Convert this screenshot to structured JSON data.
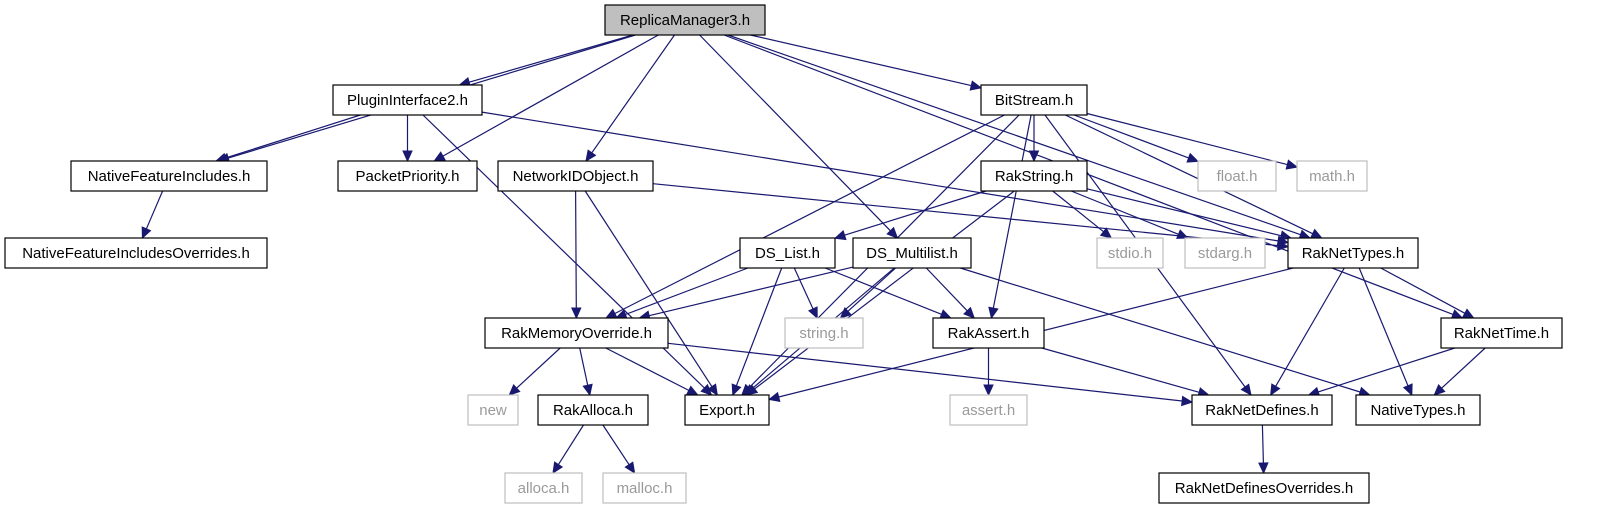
{
  "colors": {
    "edge": "#191970",
    "root_fill": "#bfbfbf",
    "internal_border": "#000000",
    "external_border": "#bfbfbf",
    "external_text": "#9a9a9a"
  },
  "graph": {
    "nodes": {
      "replicamanager3": {
        "label": "ReplicaManager3.h",
        "kind": "root"
      },
      "plugininterface2": {
        "label": "PluginInterface2.h",
        "kind": "internal"
      },
      "bitstream": {
        "label": "BitStream.h",
        "kind": "internal"
      },
      "nativefeatureincludes": {
        "label": "NativeFeatureIncludes.h",
        "kind": "internal"
      },
      "packetpriority": {
        "label": "PacketPriority.h",
        "kind": "internal"
      },
      "networkidobject": {
        "label": "NetworkIDObject.h",
        "kind": "internal"
      },
      "rakstring": {
        "label": "RakString.h",
        "kind": "internal"
      },
      "float": {
        "label": "float.h",
        "kind": "external"
      },
      "math": {
        "label": "math.h",
        "kind": "external"
      },
      "nativefeatureincludesoverrides": {
        "label": "NativeFeatureIncludesOverrides.h",
        "kind": "internal"
      },
      "ds_list": {
        "label": "DS_List.h",
        "kind": "internal"
      },
      "ds_multilist": {
        "label": "DS_Multilist.h",
        "kind": "internal"
      },
      "stdio": {
        "label": "stdio.h",
        "kind": "external"
      },
      "stdarg": {
        "label": "stdarg.h",
        "kind": "external"
      },
      "raknettypes": {
        "label": "RakNetTypes.h",
        "kind": "internal"
      },
      "rakmemoryoverride": {
        "label": "RakMemoryOverride.h",
        "kind": "internal"
      },
      "string": {
        "label": "string.h",
        "kind": "external"
      },
      "rakassert": {
        "label": "RakAssert.h",
        "kind": "internal"
      },
      "raknettime": {
        "label": "RakNetTime.h",
        "kind": "internal"
      },
      "new": {
        "label": "new",
        "kind": "external"
      },
      "rakalloca": {
        "label": "RakAlloca.h",
        "kind": "internal"
      },
      "export": {
        "label": "Export.h",
        "kind": "internal"
      },
      "assert": {
        "label": "assert.h",
        "kind": "external"
      },
      "raknetdefines": {
        "label": "RakNetDefines.h",
        "kind": "internal"
      },
      "nativetypes": {
        "label": "NativeTypes.h",
        "kind": "internal"
      },
      "alloca": {
        "label": "alloca.h",
        "kind": "external"
      },
      "malloc": {
        "label": "malloc.h",
        "kind": "external"
      },
      "raknetdefinesoverrides": {
        "label": "RakNetDefinesOverrides.h",
        "kind": "internal"
      }
    },
    "edges": [
      [
        "replicamanager3",
        "plugininterface2"
      ],
      [
        "replicamanager3",
        "bitstream"
      ],
      [
        "replicamanager3",
        "nativefeatureincludes"
      ],
      [
        "replicamanager3",
        "packetpriority"
      ],
      [
        "replicamanager3",
        "networkidobject"
      ],
      [
        "replicamanager3",
        "ds_multilist"
      ],
      [
        "replicamanager3",
        "raknettypes"
      ],
      [
        "replicamanager3",
        "raknettime"
      ],
      [
        "plugininterface2",
        "nativefeatureincludes"
      ],
      [
        "plugininterface2",
        "packetpriority"
      ],
      [
        "plugininterface2",
        "raknettypes"
      ],
      [
        "plugininterface2",
        "export"
      ],
      [
        "bitstream",
        "rakstring"
      ],
      [
        "bitstream",
        "float"
      ],
      [
        "bitstream",
        "math"
      ],
      [
        "bitstream",
        "raknettypes"
      ],
      [
        "bitstream",
        "rakmemoryoverride"
      ],
      [
        "bitstream",
        "export"
      ],
      [
        "bitstream",
        "rakassert"
      ],
      [
        "bitstream",
        "raknetdefines"
      ],
      [
        "nativefeatureincludes",
        "nativefeatureincludesoverrides"
      ],
      [
        "networkidobject",
        "raknettypes"
      ],
      [
        "networkidobject",
        "rakmemoryoverride"
      ],
      [
        "networkidobject",
        "export"
      ],
      [
        "rakstring",
        "ds_list"
      ],
      [
        "rakstring",
        "stdio"
      ],
      [
        "rakstring",
        "stdarg"
      ],
      [
        "rakstring",
        "raknettypes"
      ],
      [
        "rakstring",
        "export"
      ],
      [
        "ds_list",
        "rakmemoryoverride"
      ],
      [
        "ds_list",
        "string"
      ],
      [
        "ds_list",
        "rakassert"
      ],
      [
        "ds_list",
        "export"
      ],
      [
        "ds_multilist",
        "rakmemoryoverride"
      ],
      [
        "ds_multilist",
        "string"
      ],
      [
        "ds_multilist",
        "rakassert"
      ],
      [
        "ds_multilist",
        "export"
      ],
      [
        "ds_multilist",
        "nativetypes"
      ],
      [
        "raknettypes",
        "export"
      ],
      [
        "raknettypes",
        "raknetdefines"
      ],
      [
        "raknettypes",
        "nativetypes"
      ],
      [
        "raknettypes",
        "raknettime"
      ],
      [
        "rakmemoryoverride",
        "new"
      ],
      [
        "rakmemoryoverride",
        "rakalloca"
      ],
      [
        "rakmemoryoverride",
        "export"
      ],
      [
        "rakmemoryoverride",
        "raknetdefines"
      ],
      [
        "rakassert",
        "assert"
      ],
      [
        "rakassert",
        "raknetdefines"
      ],
      [
        "raknettime",
        "raknetdefines"
      ],
      [
        "raknettime",
        "nativetypes"
      ],
      [
        "rakalloca",
        "alloca"
      ],
      [
        "rakalloca",
        "malloc"
      ],
      [
        "raknetdefines",
        "raknetdefinesoverrides"
      ]
    ]
  }
}
